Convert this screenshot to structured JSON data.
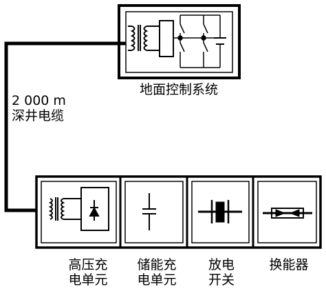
{
  "ground_system": {
    "label": "地面控制系统"
  },
  "cable": {
    "length": "2 000 m",
    "name": "深井电缆"
  },
  "units": [
    {
      "line1": "高压充",
      "line2": "电单元"
    },
    {
      "line1": "储能充",
      "line2": "电单元"
    },
    {
      "line1": "放电",
      "line2": "开关"
    },
    {
      "line1": "换能器",
      "line2": ""
    }
  ]
}
